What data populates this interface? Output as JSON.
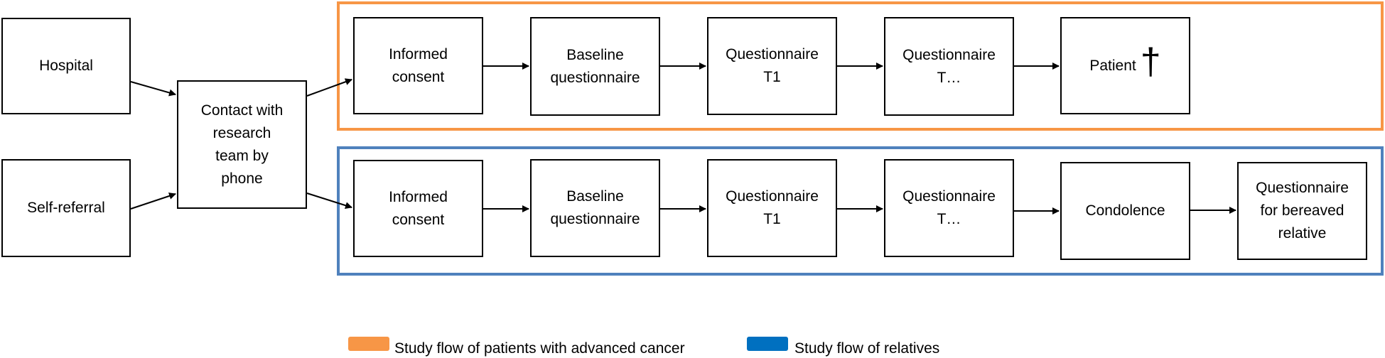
{
  "colors": {
    "patients_group": "#F79646",
    "relatives_group": "#4F81BD"
  },
  "sources": {
    "hospital": "Hospital",
    "self_referral": "Self-referral"
  },
  "contact": "Contact with\nresearch\nteam by\nphone",
  "patient_flow": {
    "informed_consent": "Informed\nconsent",
    "baseline": "Baseline\nquestionnaire",
    "t1": "Questionnaire\nT1",
    "tn": "Questionnaire\nT…",
    "patient": "Patient",
    "death_symbol": "†"
  },
  "relative_flow": {
    "informed_consent": "Informed\nconsent",
    "baseline": "Baseline\nquestionnaire",
    "t1": "Questionnaire\nT1",
    "tn": "Questionnaire\nT…",
    "condolence": "Condolence",
    "bereaved": "Questionnaire\nfor bereaved\nrelative"
  },
  "legend": {
    "patients_label": "Study flow of patients with advanced cancer",
    "relatives_label": "Study flow of relatives"
  }
}
